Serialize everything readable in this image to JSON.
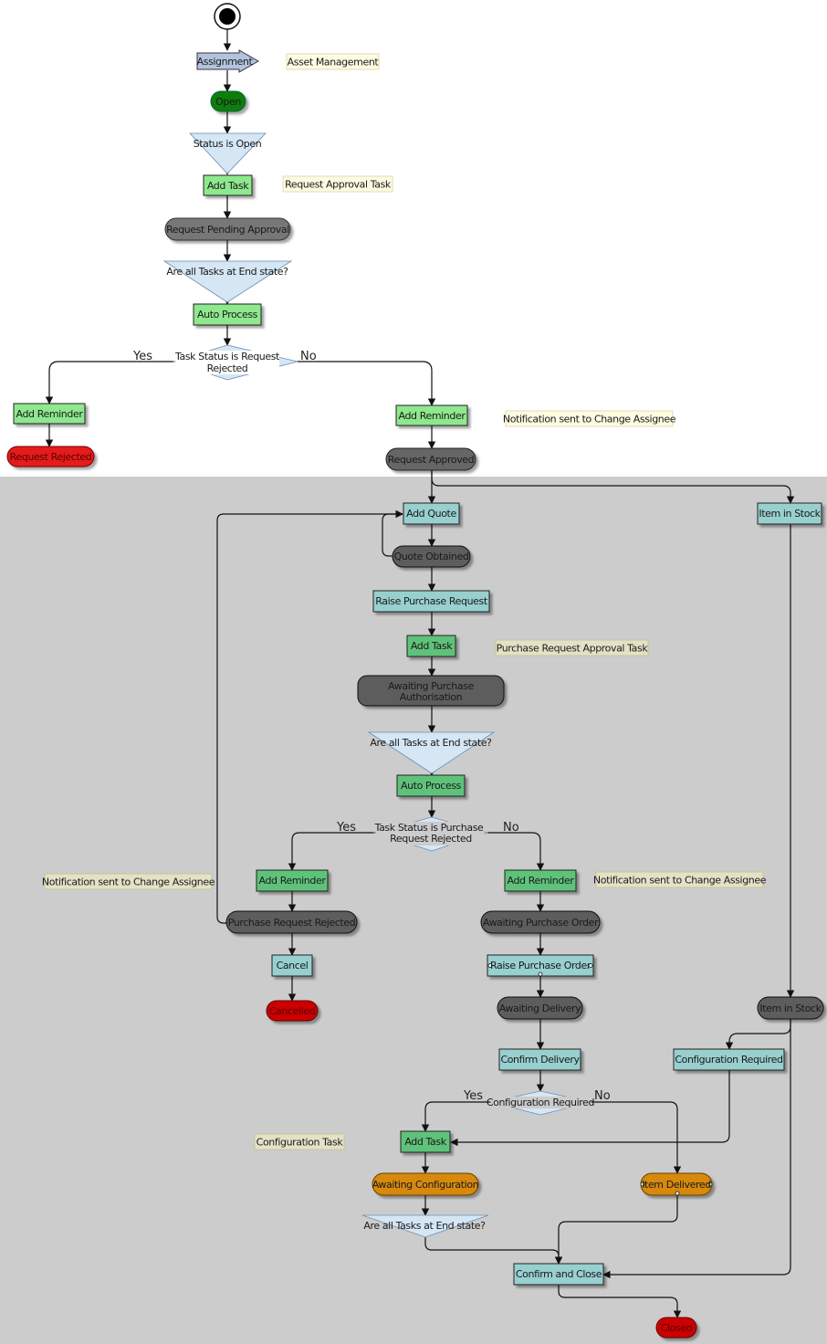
{
  "colors": {
    "lower_region": "#cccccc",
    "green_box": "#8ee88e",
    "green_box_dark": "#5ec27a",
    "teal_box": "#98cfcf",
    "state_grey": "#777777",
    "state_dark": "#5d5d5d",
    "state_open": "#0f7d0f",
    "state_rejected": "#e41a1a",
    "state_cancelled": "#cc0000",
    "state_orange": "#d7890c",
    "assignment_arrow": "#b3c3de",
    "note_fill": "#fdfbe2",
    "note_fill_dark": "#e4e2c6",
    "decision_fill": "#d5e6f4"
  },
  "nodes": {
    "assignment": "Assignment",
    "open": "Open",
    "status_is_open": "Status is Open",
    "add_task_1": "Add Task",
    "request_pending_approval": "Request Pending Approval",
    "are_all_tasks_1": "Are all Tasks at End state?",
    "auto_process_1": "Auto Process",
    "task_status_request_rejected": [
      "Task Status is Request",
      "Rejected"
    ],
    "add_reminder_left": "Add Reminder",
    "request_rejected": "Request Rejected",
    "add_reminder_right": "Add Reminder",
    "request_approved": "Request Approved",
    "add_quote": "Add Quote",
    "quote_obtained": "Quote Obtained",
    "item_in_stock_action": "Item in Stock",
    "raise_purchase_request": "Raise Purchase Request",
    "add_task_2": "Add Task",
    "awaiting_purchase_authorisation": [
      "Awaiting Purchase",
      "Authorisation"
    ],
    "are_all_tasks_2": "Are all Tasks at End state?",
    "auto_process_2": "Auto Process",
    "task_status_purchase_rejected": [
      "Task Status is Purchase",
      "Request Rejected"
    ],
    "add_reminder_pr_left": "Add Reminder",
    "add_reminder_pr_right": "Add Reminder",
    "purchase_request_rejected": "Purchase Request Rejected",
    "awaiting_purchase_order": "Awaiting Purchase Order",
    "cancel": "Cancel",
    "raise_purchase_order": "Raise Purchase Order",
    "cancelled": "Cancelled",
    "awaiting_delivery": "Awaiting Delivery",
    "item_in_stock_state": "Item in Stock",
    "confirm_delivery": "Confirm Delivery",
    "configuration_required_action": "Configuration Required",
    "configuration_required_decision": "Configuration Required",
    "add_task_3": "Add Task",
    "awaiting_configuration": "Awaiting Configuration",
    "item_delivered": "Item Delivered",
    "are_all_tasks_3": "Are all Tasks at End state?",
    "confirm_and_close": "Confirm and Close",
    "closed": "Closed"
  },
  "notes": {
    "asset_management": "Asset Management",
    "request_approval_task": "Request Approval Task",
    "notification_1": "Notification sent to Change Assignee",
    "purchase_request_approval_task": "Purchase Request Approval Task",
    "notification_2": "Notification sent to Change Assignee",
    "notification_3": "Notification sent to Change Assignee",
    "configuration_task": "Configuration Task"
  },
  "branch_labels": {
    "yes_1": "Yes",
    "no_1": "No",
    "yes_2": "Yes",
    "no_2": "No",
    "yes_3": "Yes",
    "no_3": "No"
  }
}
